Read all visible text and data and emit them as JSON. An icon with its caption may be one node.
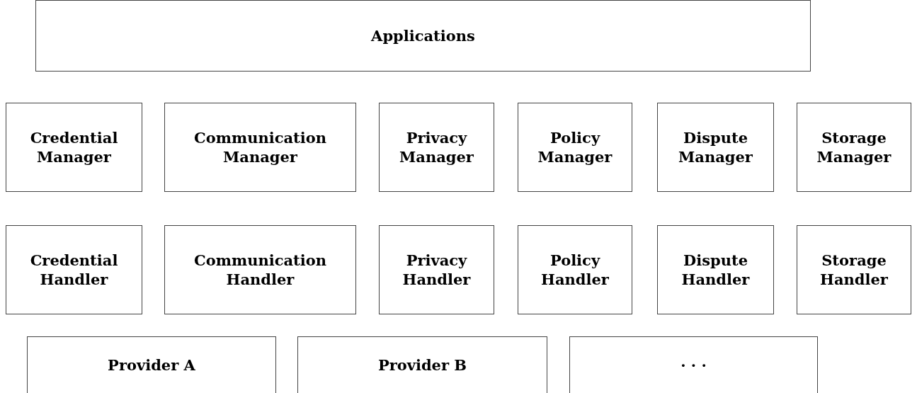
{
  "diagram": {
    "nodes": [
      {
        "text": [
          "Applications"
        ]
      },
      {
        "text": [
          "Credential Manager"
        ]
      },
      {
        "text": [
          "Communication Manager"
        ]
      },
      {
        "text": [
          "Privacy Manager"
        ]
      },
      {
        "text": [
          "Policy Manager"
        ]
      },
      {
        "text": [
          "Dispute Manager"
        ]
      },
      {
        "text": [
          "Storage Manager"
        ]
      },
      {
        "text": [
          "Credential Handler"
        ]
      },
      {
        "text": [
          "Communication Handler"
        ]
      },
      {
        "text": [
          "Privacy Handler"
        ]
      },
      {
        "text": [
          "Policy Handler"
        ]
      },
      {
        "text": [
          "Dispute Handler"
        ]
      },
      {
        "text": [
          "Storage Handler"
        ]
      },
      {
        "text": [
          "Provider A"
        ]
      },
      {
        "text": [
          "Provider B"
        ]
      },
      {
        "text": [
          "· · ·"
        ]
      }
    ],
    "edges": []
  }
}
